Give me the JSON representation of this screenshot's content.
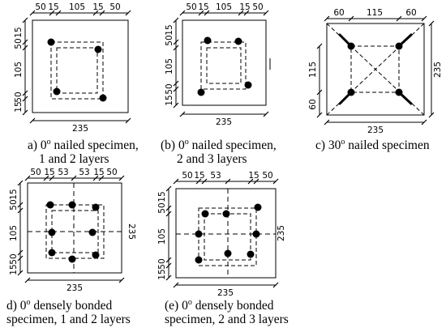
{
  "panels": [
    {
      "id": "a",
      "caption_lines": [
        {
          "pre": "a) 0",
          "sup": "o",
          "post": " nailed specimen,"
        },
        {
          "pre": "1 and 2 layers",
          "sup": "",
          "post": ""
        }
      ],
      "top_dims": [
        "50",
        "15",
        "105",
        "15",
        "50"
      ],
      "left_dims": [
        "15",
        "50",
        "105",
        "50",
        "15"
      ],
      "bottom_dim": "235",
      "right_dim": ""
    },
    {
      "id": "b",
      "caption_lines": [
        {
          "pre": "(b) 0",
          "sup": "o",
          "post": " nailed specimen,"
        },
        {
          "pre": "2 and 3 layers",
          "sup": "",
          "post": ""
        }
      ],
      "top_dims": [
        "50",
        "15",
        "105",
        "15",
        "50"
      ],
      "left_dims": [
        "15",
        "50",
        "105",
        "50",
        "15"
      ],
      "bottom_dim": "235",
      "right_dim": ""
    },
    {
      "id": "c",
      "caption_lines": [
        {
          "pre": "c) 30",
          "sup": "o",
          "post": " nailed specimen"
        }
      ],
      "top_dims": [
        "60",
        "115",
        "60"
      ],
      "left_dims": [
        "115",
        "60"
      ],
      "bottom_dim": "235",
      "right_dim": "235"
    },
    {
      "id": "d",
      "caption_lines": [
        {
          "pre": "d) 0",
          "sup": "o",
          "post": " densely bonded"
        },
        {
          "pre": "specimen, 1 and 2 layers",
          "sup": "",
          "post": ""
        }
      ],
      "top_dims": [
        "50",
        "15",
        "53",
        "53",
        "15",
        "50"
      ],
      "left_dims": [
        "15",
        "50",
        "105",
        "50",
        "15"
      ],
      "bottom_dim": "235",
      "right_dim": "235"
    },
    {
      "id": "e",
      "caption_lines": [
        {
          "pre": "(e) 0",
          "sup": "o",
          "post": " densely bonded"
        },
        {
          "pre": "specimen, 2 and 3 layers",
          "sup": "",
          "post": ""
        }
      ],
      "top_dims": [
        "50",
        "15",
        "53",
        "15",
        "50"
      ],
      "left_dims": [
        "15",
        "50",
        "105",
        "50",
        "15"
      ],
      "bottom_dim": "235",
      "right_dim": "235"
    }
  ],
  "colors": {
    "ink": "#000000",
    "background": "#ffffff"
  }
}
